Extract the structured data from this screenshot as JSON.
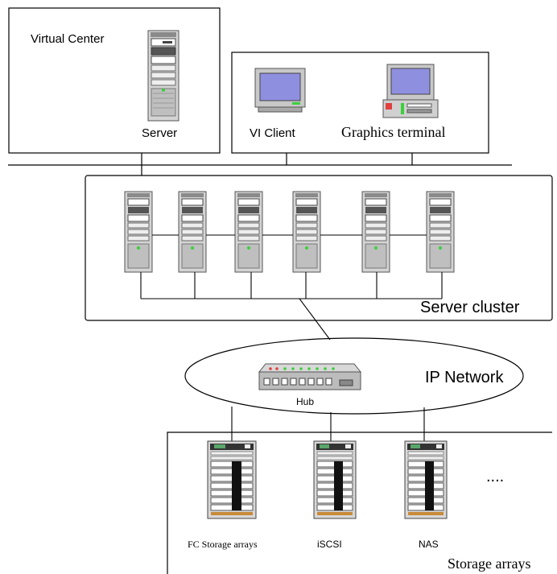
{
  "labels": {
    "virtual_center": "Virtual Center",
    "server": "Server",
    "vi_client": "VI Client",
    "graphics_terminal": "Graphics terminal",
    "server_cluster": "Server cluster",
    "ip_network": "IP Network",
    "hub": "Hub",
    "fc_storage": "FC Storage arrays",
    "iscsi": "iSCSI",
    "nas": "NAS",
    "ellipsis": "....",
    "storage_arrays": "Storage arrays"
  },
  "colors": {
    "line": "#000000",
    "tower_body": "#d4d4d4",
    "tower_dark": "#6e6e6e",
    "screen": "#8f8fe0",
    "monitor_body": "#c8c8c8",
    "hub_body": "#bcbcbc",
    "led_green": "#3ccf3c",
    "led_red": "#e04040",
    "storage_body": "#d8d8d8",
    "storage_top": "#5aa66a",
    "storage_black": "#111111",
    "storage_base": "#c88a3a"
  },
  "cluster": {
    "server_count": 6
  },
  "storage": {
    "array_count": 3
  }
}
